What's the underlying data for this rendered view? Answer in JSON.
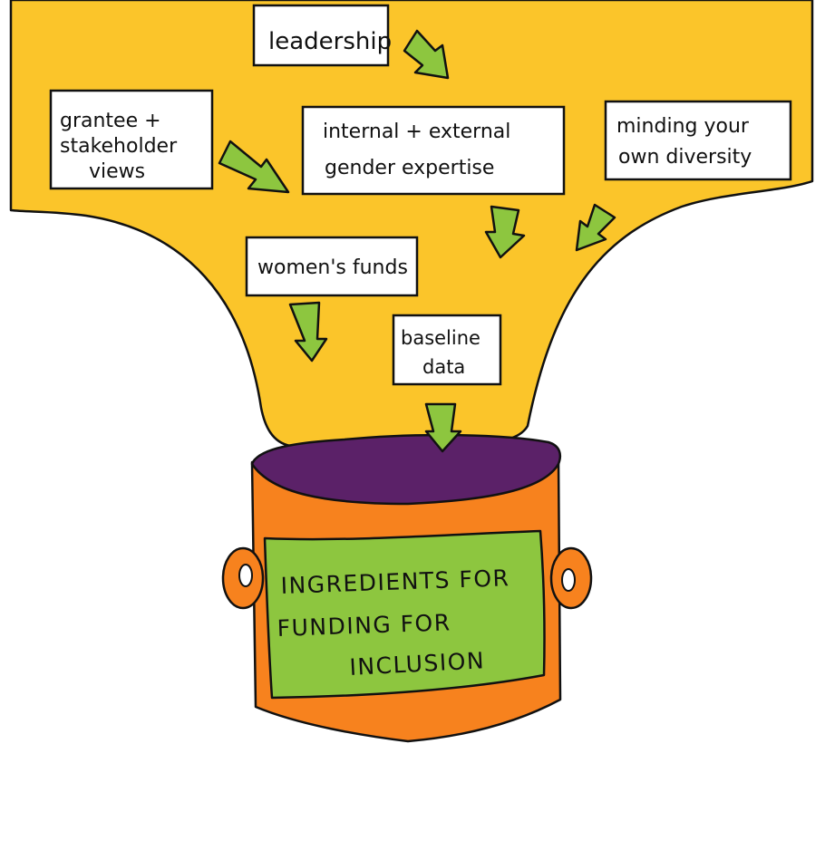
{
  "colors": {
    "funnel": "#FBC52A",
    "arrow": "#8DC63F",
    "pot_body": "#F7821E",
    "pot_top": "#5B2168",
    "pot_label": "#8DC63F",
    "outline": "#111111",
    "box": "#FFFFFF"
  },
  "ingredients": [
    {
      "id": "leadership",
      "lines": [
        "leadership"
      ]
    },
    {
      "id": "grantee",
      "lines": [
        "grantee +",
        "stakeholder",
        "views"
      ]
    },
    {
      "id": "expertise",
      "lines": [
        "internal + external",
        "gender expertise"
      ]
    },
    {
      "id": "diversity",
      "lines": [
        "minding your",
        "own diversity"
      ]
    },
    {
      "id": "womens-funds",
      "lines": [
        "women's funds"
      ]
    },
    {
      "id": "baseline",
      "lines": [
        "baseline",
        "data"
      ]
    }
  ],
  "pot": {
    "label_lines": [
      "INGREDIENTS FOR",
      "FUNDING FOR",
      "INCLUSION"
    ]
  }
}
